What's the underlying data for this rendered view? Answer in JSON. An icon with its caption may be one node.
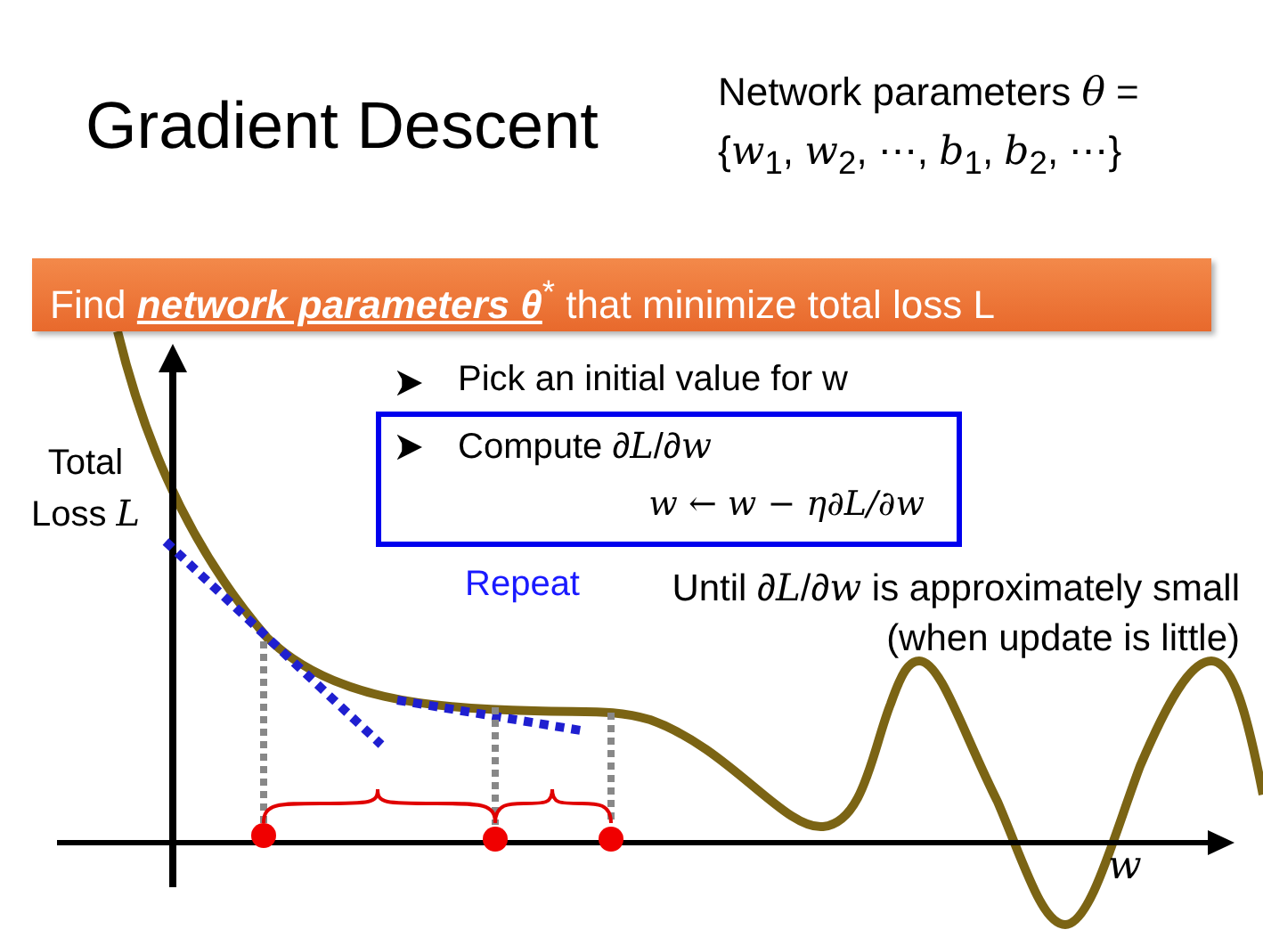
{
  "diagram": {
    "title": "Gradient Descent",
    "nodes": [
      {
        "text": [
          "Find **network parameters θ**$^{*}$ that minimize total loss L"
        ]
      },
      {
        "text": [
          "Compute ∂*L*/∂*w*",
          "w ← w − η∂L/∂w"
        ]
      }
    ],
    "edges": [],
    "labels": [
      "Network parameters *θ* = {*w*$_{1}$, *w*$_{2}$, ⋯, *b*$_{1}$, *b*$_{2}$, ⋯}",
      "Pick an initial value for w",
      "Total Loss *L*",
      "Repeat",
      "Until ∂*L*/∂*w* is approximately small (when update is little)",
      "w"
    ]
  }
}
